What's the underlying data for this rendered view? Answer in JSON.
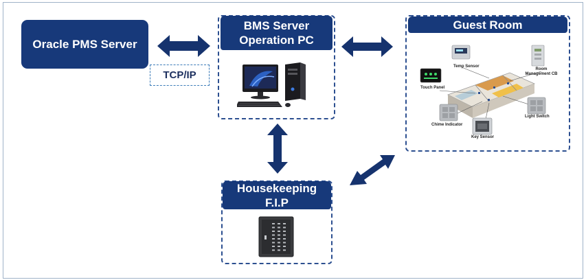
{
  "diagram": {
    "pms_server": {
      "label": "Oracle PMS Server"
    },
    "protocol": {
      "label": "TCP/IP"
    },
    "bms": {
      "line1": "BMS Server",
      "line2": "Operation PC"
    },
    "guest_room": {
      "title": "Guest Room",
      "devices": {
        "temp_sensor": "Temp Sensor",
        "room_management_line1": "Room",
        "room_management_line2": "Management CB",
        "touch_panel": "Touch Panel",
        "light_switch": "Light Switch",
        "chime_indicator": "Chime Indicator",
        "key_sensor": "Key Sensor"
      }
    },
    "housekeeping": {
      "line1": "Housekeeping",
      "line2": "F.I.P"
    }
  },
  "colors": {
    "primary_navy": "#17397a",
    "arrow": "#16336e",
    "dashed_border": "#2c4f90"
  }
}
